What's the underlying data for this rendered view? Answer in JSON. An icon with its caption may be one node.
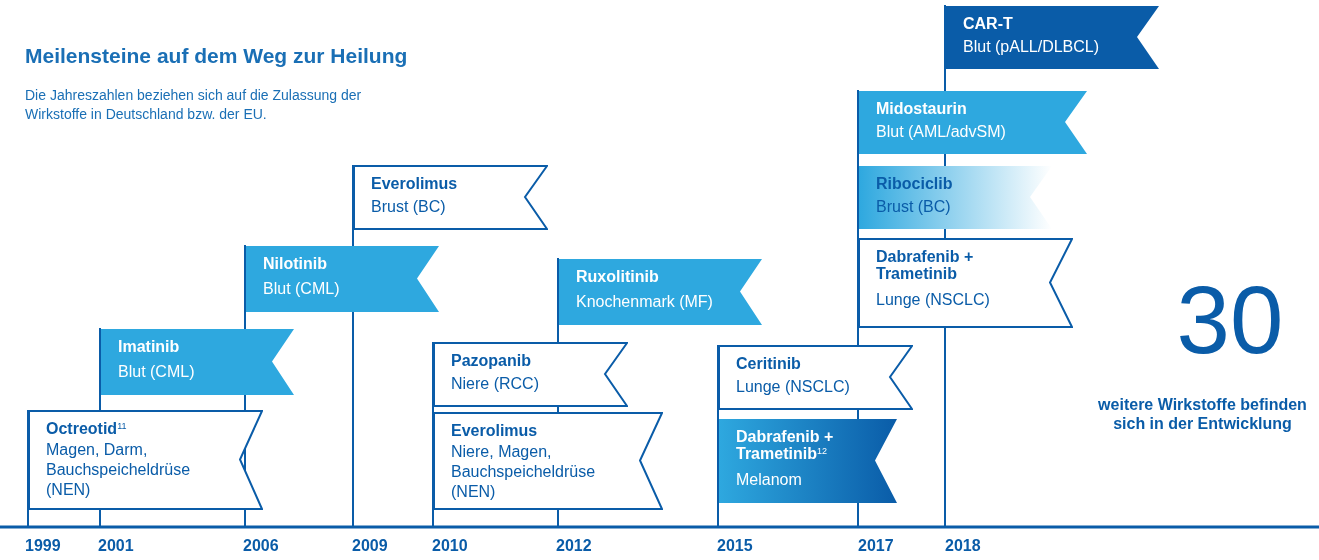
{
  "diagram": {
    "title": "Meilensteine auf dem Weg zur Heilung",
    "nodes": [
      {
        "text": [
          "Octreotid$^{11}$",
          "Magen, Darm, Bauchspeicheldrüse (NEN)"
        ]
      },
      {
        "text": [
          "Imatinib",
          "Blut (CML)"
        ]
      },
      {
        "text": [
          "Nilotinib",
          "Blut (CML)"
        ]
      },
      {
        "text": [
          "Everolimus",
          "Brust (BC)"
        ]
      },
      {
        "text": [
          "Pazopanib",
          "Niere (RCC)"
        ]
      },
      {
        "text": [
          "Everolimus",
          "Niere, Magen, Bauchspeicheldrüse (NEN)"
        ]
      },
      {
        "text": [
          "Ruxolitinib",
          "Knochenmark (MF)"
        ]
      },
      {
        "text": [
          "Ceritinib",
          "Lunge (NSCLC)"
        ]
      },
      {
        "text": [
          "Dabrafenib + Trametinib$^{12}$",
          "Melanom"
        ]
      },
      {
        "text": [
          "Midostaurin",
          "Blut (AML/advSM)"
        ]
      },
      {
        "text": [
          "Ribociclib",
          "Brust (BC)"
        ]
      },
      {
        "text": [
          "Dabrafenib + Trametinib",
          "Lunge (NSCLC)"
        ]
      },
      {
        "text": [
          "CAR-T",
          "Blut (pALL/DLBCL)"
        ]
      }
    ],
    "labels": [
      "Die Jahreszahlen beziehen sich auf die Zulassung der Wirkstoffe in Deutschland bzw. der EU.",
      "30",
      "weitere Wirkstoffe befinden sich in der Entwicklung",
      "1999",
      "2001",
      "2006",
      "2009",
      "2010",
      "2012",
      "2015",
      "2017",
      "2018"
    ]
  }
}
